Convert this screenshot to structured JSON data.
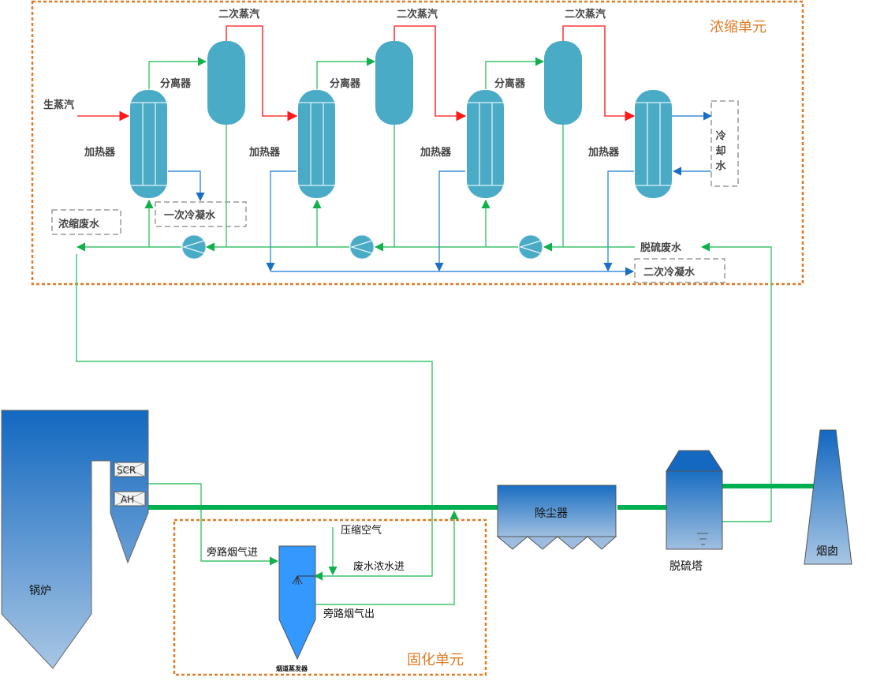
{
  "units": {
    "concentration": "浓缩单元",
    "solidification": "固化单元"
  },
  "concentration_unit": {
    "live_steam": "生蒸汽",
    "secondary_steam": "二次蒸汽",
    "separator": "分离器",
    "heater": "加热器",
    "primary_condensate": "一次冷凝水",
    "concentrated_wastewater": "浓缩废水",
    "desulfurization_wastewater": "脱硫废水",
    "secondary_condensate": "二次冷凝水",
    "cooling_water": "冷却水"
  },
  "flue_system": {
    "boiler": "锅炉",
    "scr": "SCR",
    "ah": "AH",
    "dust_collector": "除尘器",
    "desulfurization_tower": "脱硫塔",
    "chimney": "烟囱"
  },
  "solidification_unit": {
    "compressed_air": "压缩空气",
    "bypass_flue_in": "旁路烟气进",
    "wastewater_concentrate_in": "废水浓水进",
    "bypass_flue_out": "旁路烟气出",
    "evaporator": "烟道蒸发器"
  },
  "colors": {
    "steam": "#ff2a2a",
    "liquor": "#22b14c",
    "flue_gas": "#00b050",
    "condensate": "#1f78c8",
    "vessel": "#4aabc6",
    "unit_border": "#e07b24",
    "equipment_dark": "#1565c0",
    "equipment_light": "#a4c3e3",
    "evaporator": "#3399ff"
  }
}
